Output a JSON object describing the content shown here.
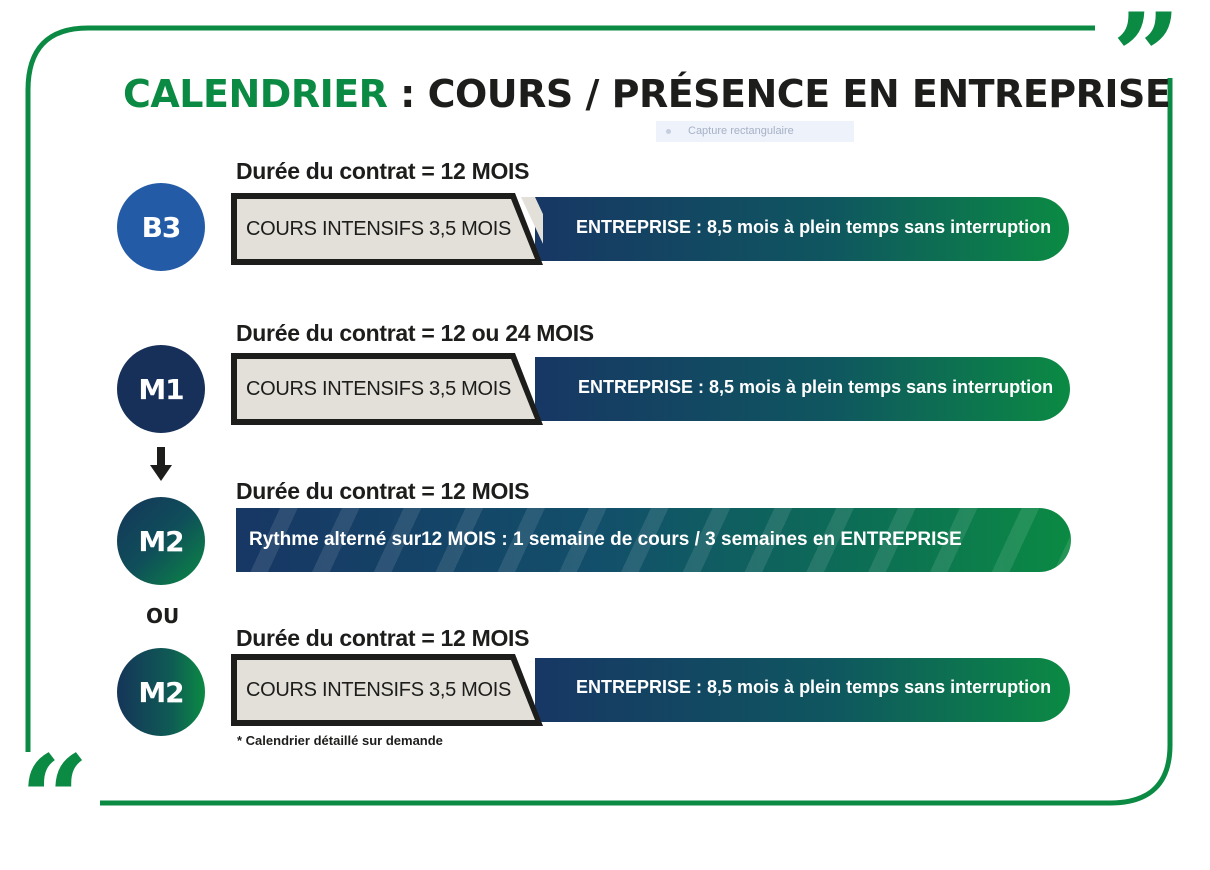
{
  "title": {
    "accent": "CALENDRIER",
    "rest": " : COURS / PRÉSENCE EN ENTREPRISE"
  },
  "capture_label": "Capture rectangulaire",
  "rows": [
    {
      "badge": "B3",
      "duration": "Durée du contrat = 12 MOIS",
      "cours": "COURS INTENSIFS 3,5 MOIS",
      "entreprise": "ENTREPRISE : 8,5 mois à plein temps sans interruption"
    },
    {
      "badge": "M1",
      "duration": "Durée du contrat = 12 ou 24 MOIS",
      "cours": "COURS INTENSIFS 3,5 MOIS",
      "entreprise": "ENTREPRISE : 8,5 mois à plein temps sans interruption"
    },
    {
      "badge": "M2",
      "duration": "Durée du contrat = 12 MOIS",
      "alternance": "Rythme alterné sur12 MOIS : 1 semaine de cours / 3 semaines en ENTREPRISE"
    },
    {
      "badge": "M2",
      "duration": "Durée du contrat = 12 MOIS",
      "cours": "COURS INTENSIFS 3,5 MOIS",
      "entreprise": "ENTREPRISE : 8,5 mois à plein temps sans interruption"
    }
  ],
  "ou_label": "OU",
  "footnote": "* Calendrier détaillé sur demande",
  "colors": {
    "green": "#0b8a43",
    "navy": "#173764",
    "blue": "#245ba6",
    "cream": "#e3e0d9",
    "dark": "#1d1d1b"
  },
  "icons": {
    "quote_open": "quote-icon",
    "quote_close": "quote-icon",
    "arrow": "arrow-down-icon"
  }
}
